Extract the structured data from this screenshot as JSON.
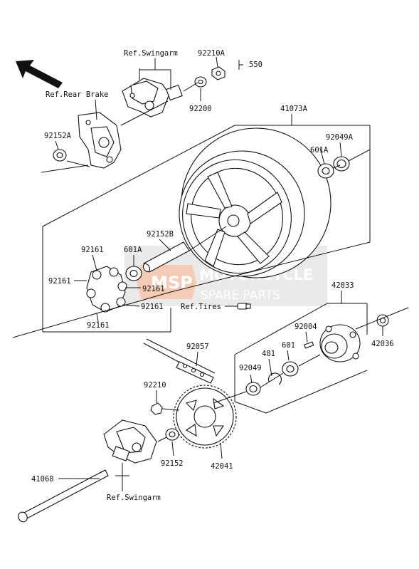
{
  "labels": {
    "ref_swingarm_top": "Ref.Swingarm",
    "p92210a": "92210A",
    "p550": "550",
    "ref_rear_brake": "Ref.Rear Brake",
    "p92200": "92200",
    "p41073a": "41073A",
    "p92152a": "92152A",
    "p92049a": "92049A",
    "p601a_right": "601A",
    "p92152b": "92152B",
    "p92161_a": "92161",
    "p601a_left": "601A",
    "p92161_b": "92161",
    "p92161_c": "92161",
    "p92161_d": "92161",
    "p92161_e": "92161",
    "ref_tires": "Ref.Tires",
    "p42033": "42033",
    "p92004": "92004",
    "p42036": "42036",
    "p92057": "92057",
    "p481": "481",
    "p601": "601",
    "p92049": "92049",
    "p92210": "92210",
    "p92152": "92152",
    "p42041": "42041",
    "p41068": "41068",
    "ref_swingarm_bottom": "Ref.Swingarm"
  },
  "watermark": {
    "badge": "MSP",
    "line1": "MOTORCYCLE",
    "line2": "SPARE PARTS"
  },
  "colors": {
    "ink": "#111111",
    "watermark_bg": "#d9d9d9",
    "watermark_accent": "#f0a27a"
  },
  "icons": {
    "front_arrow": "arrow-icon"
  }
}
